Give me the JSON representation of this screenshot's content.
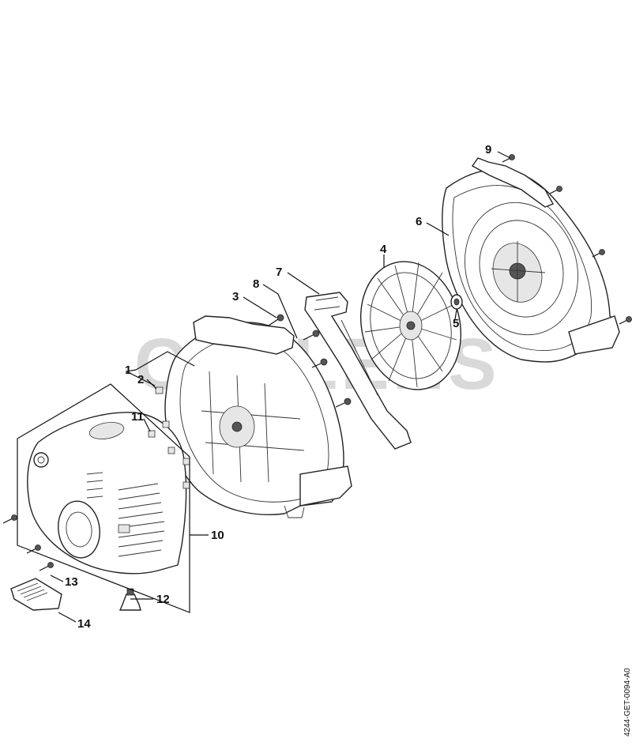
{
  "diagram": {
    "watermark": "CULLENS",
    "drawing_code": "4244-GET-0094-A0",
    "callouts": [
      {
        "id": "c1",
        "label": "1"
      },
      {
        "id": "c2",
        "label": "2"
      },
      {
        "id": "c3",
        "label": "3"
      },
      {
        "id": "c4",
        "label": "4"
      },
      {
        "id": "c5",
        "label": "5"
      },
      {
        "id": "c6",
        "label": "6"
      },
      {
        "id": "c7",
        "label": "7"
      },
      {
        "id": "c8",
        "label": "8"
      },
      {
        "id": "c9",
        "label": "9"
      },
      {
        "id": "c10",
        "label": "10"
      },
      {
        "id": "c11",
        "label": "11"
      },
      {
        "id": "c12",
        "label": "12"
      },
      {
        "id": "c13",
        "label": "13"
      },
      {
        "id": "c14",
        "label": "14"
      }
    ]
  }
}
